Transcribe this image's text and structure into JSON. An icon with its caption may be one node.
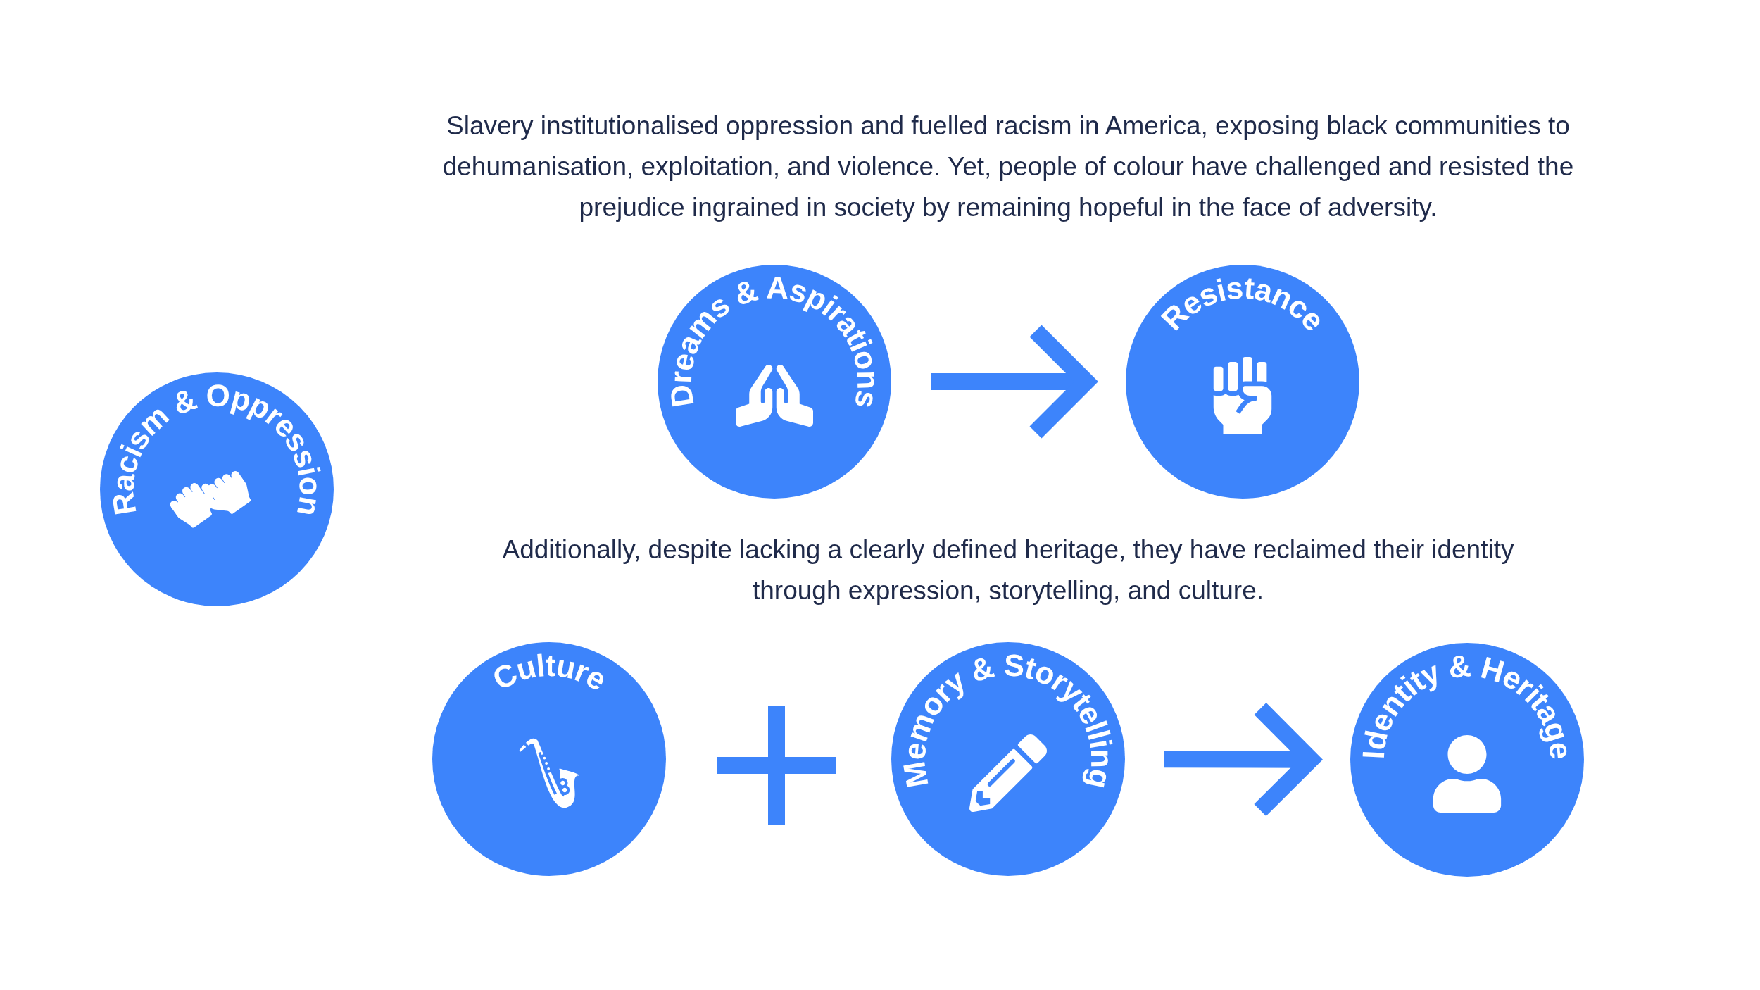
{
  "diagram": {
    "nodes": [
      {
        "text": [
          "Racism & Oppression"
        ]
      },
      {
        "text": [
          "Dreams & Aspirations"
        ]
      },
      {
        "text": [
          "Resistance"
        ]
      },
      {
        "text": [
          "Culture"
        ]
      },
      {
        "text": [
          "Memory & Storytelling"
        ]
      },
      {
        "text": [
          "Identity & Heritage"
        ]
      }
    ],
    "edges": [
      {
        "from": 1,
        "to": 2,
        "arrow": "to"
      },
      {
        "from": 4,
        "to": 5,
        "arrow": "to"
      }
    ],
    "labels": [
      "Slavery institutionalised oppression and fuelled racism in America, exposing black communities to dehumanisation, exploitation, and violence. Yet, people of colour have challenged and resisted the prejudice ingrained in society by remaining hopeful in the face of adversity.",
      "Additionally, despite lacking a clearly defined heritage, they have reclaimed their identity through expression, storytelling, and culture."
    ]
  }
}
